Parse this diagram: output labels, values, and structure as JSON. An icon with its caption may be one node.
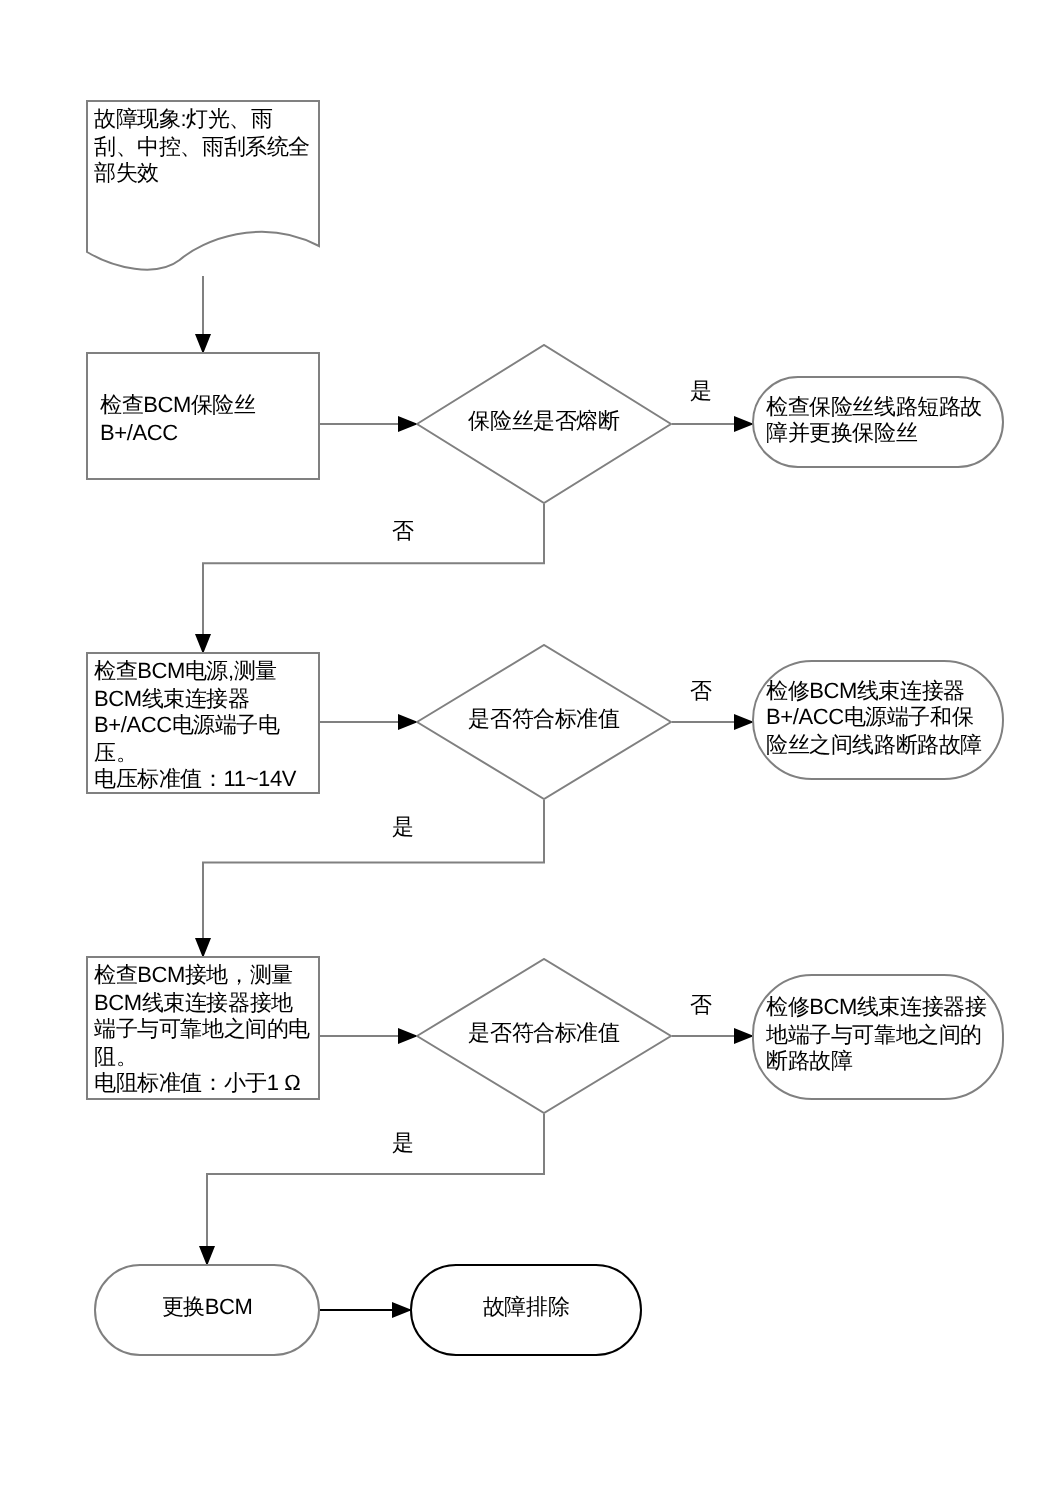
{
  "diagram": {
    "nodes": [
      {
        "text": [
          "故障现象:灯光、雨刮、中控、雨刮系统全部失效"
        ]
      },
      {
        "text": [
          "检查BCM保险丝 B+/ACC"
        ]
      },
      {
        "text": [
          "保险丝是否熔断"
        ]
      },
      {
        "text": [
          "检查保险丝线路短路故障并更换保险丝"
        ]
      },
      {
        "text": [
          "检查BCM电源,测量BCM线束连接器B+/ACC电源端子电压。",
          "电压标准值：11~14V"
        ]
      },
      {
        "text": [
          "是否符合标准值"
        ]
      },
      {
        "text": [
          "检修BCM线束连接器B+/ACC电源端子和保险丝之间线路断路故障"
        ]
      },
      {
        "text": [
          "检查BCM接地，测量BCM线束连接器接地端子与可靠地之间的电阻。",
          "电阻标准值：小于1 Ω"
        ]
      },
      {
        "text": [
          "是否符合标准值"
        ]
      },
      {
        "text": [
          "检修BCM线束连接器接地端子与可靠地之间的断路故障"
        ]
      },
      {
        "text": [
          "更换BCM"
        ]
      },
      {
        "text": [
          "故障排除"
        ]
      }
    ],
    "edges": [
      {
        "from": 0,
        "to": 1,
        "arrow": "to"
      },
      {
        "from": 1,
        "to": 2,
        "arrow": "to"
      },
      {
        "from": 2,
        "to": 3,
        "arrow": "to",
        "label": "是"
      },
      {
        "from": 2,
        "to": 4,
        "arrow": "to",
        "label": "否"
      },
      {
        "from": 4,
        "to": 5,
        "arrow": "to"
      },
      {
        "from": 5,
        "to": 6,
        "arrow": "to",
        "label": "否"
      },
      {
        "from": 5,
        "to": 7,
        "arrow": "to",
        "label": "是"
      },
      {
        "from": 7,
        "to": 8,
        "arrow": "to"
      },
      {
        "from": 8,
        "to": 9,
        "arrow": "to",
        "label": "否"
      },
      {
        "from": 8,
        "to": 10,
        "arrow": "to",
        "label": "是"
      },
      {
        "from": 10,
        "to": 11,
        "arrow": "to",
        "color": "#000000"
      }
    ]
  }
}
